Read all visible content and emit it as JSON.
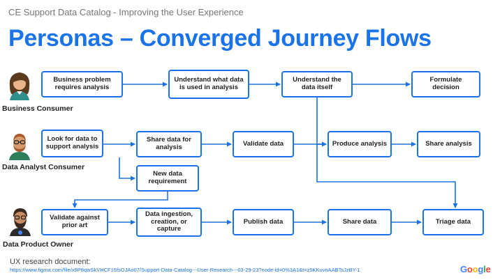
{
  "header": {
    "subtitle": "CE Support Data Catalog - Improving the User Experience",
    "title": "Personas – Converged Journey Flows"
  },
  "personas": {
    "business": "Business Consumer",
    "analyst": "Data Analyst Consumer",
    "owner": "Data Product Owner"
  },
  "steps": {
    "business_problem": "Business problem requires analysis",
    "understand_used": "Understand what data is used in analysis",
    "understand_data": "Understand the data itself",
    "formulate": "Formulate decision",
    "look_for_data": "Look for data to support analysis",
    "share_data": "Share data for analysis",
    "validate_data": "Validate data",
    "produce_analysis": "Produce analysis",
    "share_analysis": "Share analysis",
    "new_requirement": "New data requirement",
    "validate_prior": "Validate against prior art",
    "ingestion": "Data ingestion, creation, or capture",
    "publish": "Publish data",
    "share_data_owner": "Share data",
    "triage": "Triage data"
  },
  "footer": {
    "label": "UX research document:",
    "link": "https://www.figma.com/file/x9P8qwSkVHCF15fsOJAo07/Support-Data-Catalog---User-Research---03-29-23?node-id=0%3A1&t=z5KKuvnAABTsJzBY-1"
  },
  "logo": {
    "text": "Google",
    "letters": [
      {
        "ch": "G",
        "color": "#4285f4"
      },
      {
        "ch": "o",
        "color": "#ea4335"
      },
      {
        "ch": "o",
        "color": "#fbbc05"
      },
      {
        "ch": "g",
        "color": "#4285f4"
      },
      {
        "ch": "l",
        "color": "#34a853"
      },
      {
        "ch": "e",
        "color": "#ea4335"
      }
    ]
  },
  "colors": {
    "accent": "#1a73e8"
  }
}
